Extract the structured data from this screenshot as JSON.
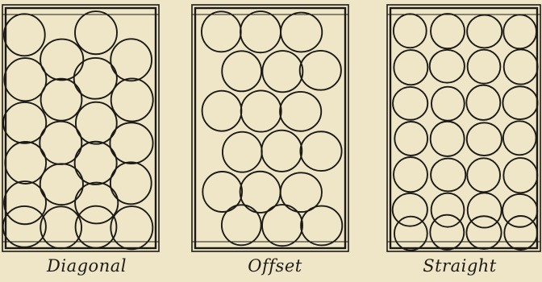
{
  "panels": [
    {
      "id": "diagonal",
      "label": "Diagonal",
      "pattern": "diagonal",
      "circle_count": 22
    },
    {
      "id": "offset",
      "label": "Offset",
      "pattern": "offset",
      "circle_count": 18
    },
    {
      "id": "straight",
      "label": "Straight",
      "pattern": "straight",
      "circle_count": 28
    }
  ],
  "colors": {
    "background": "#efe6c8",
    "ink": "#1c1a16"
  }
}
